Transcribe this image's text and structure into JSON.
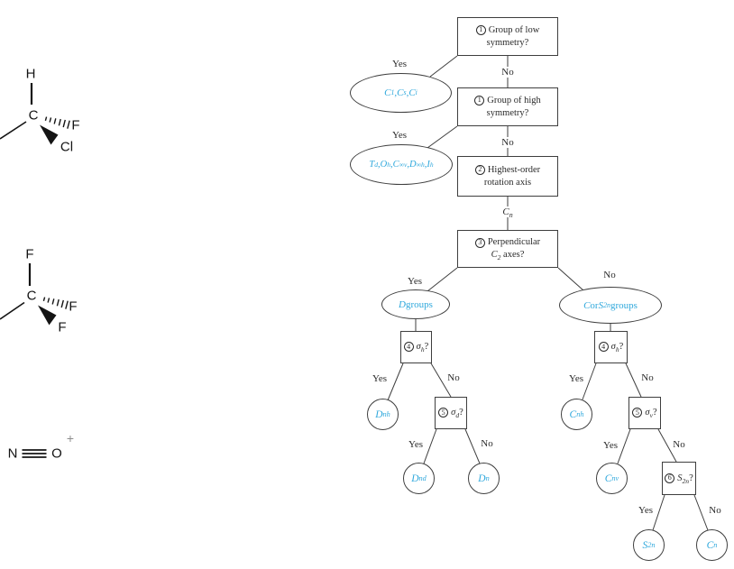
{
  "colors": {
    "accent": "#2fa8dc",
    "ink": "#3e3e3e",
    "molecule": "#141414",
    "charge": "#8d8d8d"
  },
  "molecules": [
    {
      "atoms": {
        "top": "H",
        "center": "C",
        "right": "F",
        "bottom": "Cl"
      }
    },
    {
      "atoms": {
        "top": "F",
        "center": "C",
        "right": "F",
        "bottom": "F"
      }
    },
    {
      "atoms": {
        "left": "N",
        "right": "O"
      },
      "charge": "+"
    }
  ],
  "flowchart": {
    "labels": {
      "yes": "Yes",
      "no": "No",
      "cn": [
        {
          "b": "C",
          "s": "n"
        }
      ]
    },
    "boxes": {
      "low": {
        "num": "1",
        "line1": "Group of low",
        "line2": "symmetry?"
      },
      "high": {
        "num": "1",
        "line1": "Group of high",
        "line2": "symmetry?"
      },
      "axis": {
        "num": "2",
        "line1": "Highest-order",
        "line2": "rotation axis"
      },
      "perp": {
        "num": "3",
        "line1": "Perpendicular",
        "line2": [
          {
            "b": "C",
            "s": "2"
          },
          {
            "t": " axes?"
          }
        ]
      },
      "sigma_h_left": {
        "num": "4",
        "f": [
          {
            "b": "σ",
            "s": "h"
          },
          {
            "t": "?"
          }
        ]
      },
      "sigma_d": {
        "num": "5",
        "f": [
          {
            "b": "σ",
            "s": "d"
          },
          {
            "t": "?"
          }
        ]
      },
      "sigma_h_right": {
        "num": "4",
        "f": [
          {
            "b": "σ",
            "s": "h"
          },
          {
            "t": "?"
          }
        ]
      },
      "sigma_v": {
        "num": "5",
        "f": [
          {
            "b": "σ",
            "s": "v"
          },
          {
            "t": "?"
          }
        ]
      },
      "s2n": {
        "num": "6",
        "f": [
          {
            "b": "S",
            "s": "2n"
          },
          {
            "t": "?"
          }
        ]
      }
    },
    "groups": {
      "low": [
        {
          "b": "C",
          "s": "1"
        },
        {
          "t": ", "
        },
        {
          "b": "C",
          "s": "s"
        },
        {
          "t": ", "
        },
        {
          "b": "C",
          "s": "i"
        }
      ],
      "high": [
        {
          "b": "T",
          "s": "d"
        },
        {
          "t": ", "
        },
        {
          "b": "O",
          "s": "h"
        },
        {
          "t": ", "
        },
        {
          "b": "C",
          "s": "∞v"
        },
        {
          "t": ", "
        },
        {
          "b": "D",
          "s": "∞h"
        },
        {
          "t": ", "
        },
        {
          "b": "I",
          "s": "h"
        }
      ],
      "d": [
        {
          "b": "D"
        },
        {
          "t": " groups"
        }
      ],
      "c_s2n": [
        {
          "b": "C"
        },
        {
          "t": " or "
        },
        {
          "b": "S",
          "s": "2n"
        },
        {
          "t": " groups"
        }
      ]
    },
    "terminals": {
      "dnh": [
        {
          "b": "D",
          "s": "nh"
        }
      ],
      "dnd": [
        {
          "b": "D",
          "s": "nd"
        }
      ],
      "dn": [
        {
          "b": "D",
          "s": "n"
        }
      ],
      "cnh": [
        {
          "b": "C",
          "s": "nh"
        }
      ],
      "cnv": [
        {
          "b": "C",
          "s": "nv"
        }
      ],
      "s2n": [
        {
          "b": "S",
          "s": "2n"
        }
      ],
      "cn": [
        {
          "b": "C",
          "s": "n"
        }
      ]
    }
  }
}
